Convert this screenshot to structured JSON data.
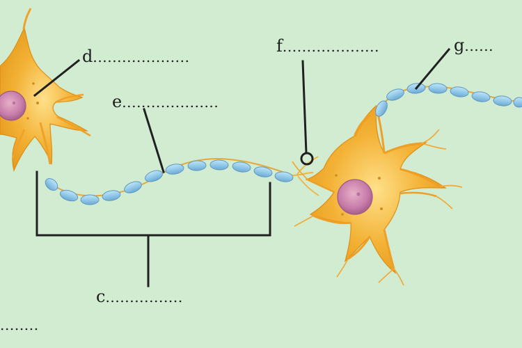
{
  "labels": {
    "d": {
      "letter": "d",
      "dots": "...................."
    },
    "e": {
      "letter": "e",
      "dots": "...................."
    },
    "f": {
      "letter": "f",
      "dots": "...................."
    },
    "g": {
      "letter": "g",
      "dots": "......"
    },
    "c": {
      "letter": "c",
      "dots": "................"
    },
    "bottom_left": {
      "dots": "........"
    }
  },
  "colors": {
    "background": "#d1ecd0",
    "neuron_body": "#f1a629",
    "neuron_light": "#ffd56c",
    "nucleus": "#c77ca9",
    "myelin": "#8fc7e8",
    "line": "#202020"
  }
}
